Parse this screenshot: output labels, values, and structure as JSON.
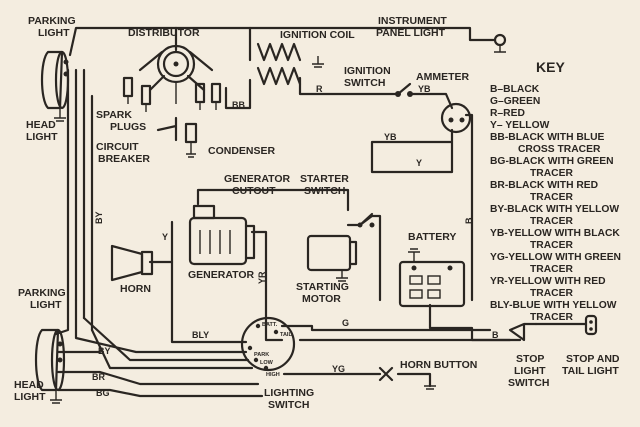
{
  "labels": {
    "parking_light_top": [
      "PARKING",
      "LIGHT"
    ],
    "head_light_top": [
      "HEAD",
      "LIGHT"
    ],
    "distributor": "DISTRIBUTOR",
    "ignition_coil": "IGNITION COIL",
    "instrument_panel_light": [
      "INSTRUMENT",
      "PANEL LIGHT"
    ],
    "ignition_switch": [
      "IGNITION",
      "SWITCH"
    ],
    "ammeter": "AMMETER",
    "spark_plugs": [
      "SPARK",
      "PLUGS"
    ],
    "circuit_breaker": [
      "CIRCUIT",
      "BREAKER"
    ],
    "condenser": "CONDENSER",
    "generator_cutout": [
      "GENERATOR",
      "CUTOUT"
    ],
    "starter_switch": [
      "STARTER",
      "SWITCH"
    ],
    "generator": "GENERATOR",
    "horn": "HORN",
    "battery": "BATTERY",
    "starting_motor": [
      "STARTING",
      "MOTOR"
    ],
    "parking_light_bottom": [
      "PARKING",
      "LIGHT"
    ],
    "head_light_bottom": [
      "HEAD",
      "LIGHT"
    ],
    "lighting_switch": [
      "LIGHTING",
      "SWITCH"
    ],
    "horn_button": "HORN BUTTON",
    "stop_light_switch": [
      "STOP",
      "LIGHT",
      "SWITCH"
    ],
    "stop_and_tail_light": [
      "STOP AND",
      "TAIL LIGHT"
    ]
  },
  "switch_terminals": {
    "batt": "BATT.",
    "tail": "TAIL",
    "park": "PARK",
    "low": "LOW",
    "high": "HIGH"
  },
  "wire_codes": {
    "bb": "BB",
    "r": "R",
    "yb_ignition": "YB",
    "yb_ammeter": "YB",
    "y_ammeter": "Y",
    "y_generator": "Y",
    "by": "BY",
    "yr": "YR",
    "b_battery": "B",
    "bly": "BLY",
    "g": "G",
    "b_stop": "B",
    "by_lower": "BY",
    "br": "BR",
    "bg": "BG",
    "yg": "YG"
  },
  "key": {
    "title": "KEY",
    "entries": [
      "B–BLACK",
      "G–GREEN",
      "R–RED",
      "Y– YELLOW",
      "BB-BLACK WITH BLUE",
      "CROSS TRACER",
      "BG-BLACK WITH GREEN",
      "TRACER",
      "BR-BLACK WITH RED",
      "TRACER",
      "BY-BLACK WITH YELLOW",
      "TRACER",
      "YB-YELLOW WITH BLACK",
      "TRACER",
      "YG-YELLOW WITH GREEN",
      "TRACER",
      "YR-YELLOW WITH RED",
      "TRACER",
      "BLY-BLUE WITH YELLOW",
      "TRACER"
    ]
  }
}
